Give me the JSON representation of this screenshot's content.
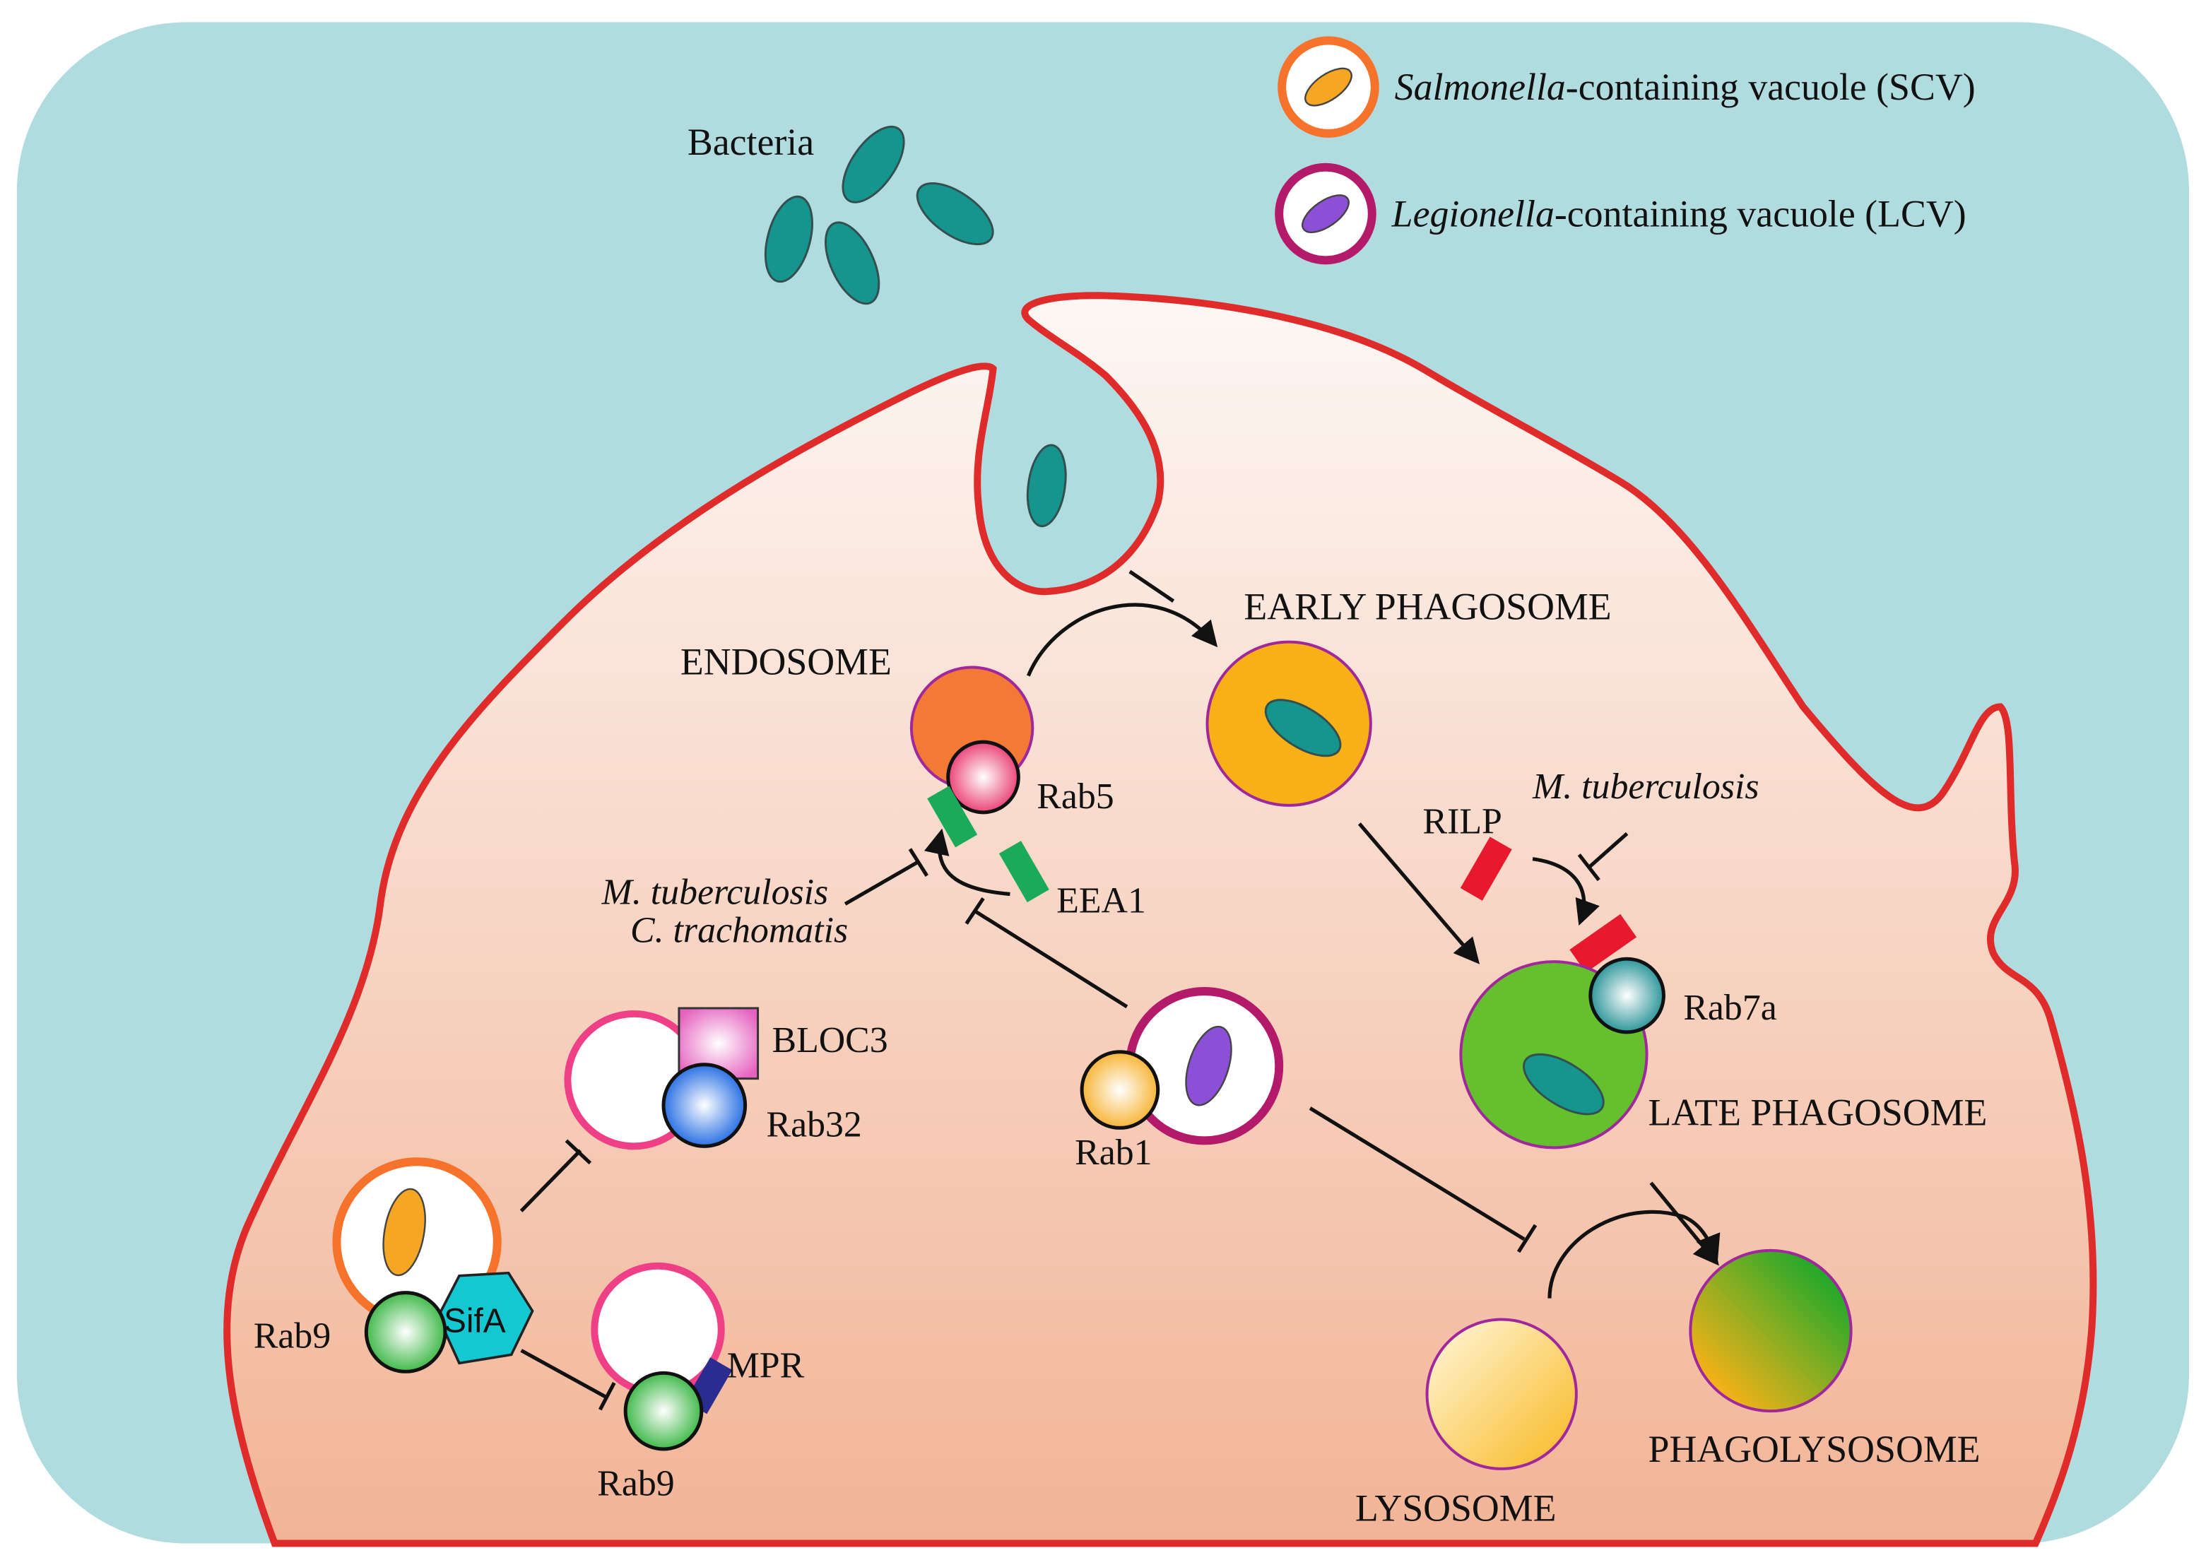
{
  "legend": {
    "scv_italic": "Salmonella",
    "scv_rest": "-containing vacuole (SCV)",
    "lcv_italic": "Legionella",
    "lcv_rest": "-containing vacuole (LCV)"
  },
  "labels": {
    "bacteria": "Bacteria",
    "endosome": "ENDOSOME",
    "early_phagosome": "EARLY PHAGOSOME",
    "late_phagosome": "LATE PHAGOSOME",
    "lysosome": "LYSOSOME",
    "phagolysosome": "PHAGOLYSOSOME",
    "rab5": "Rab5",
    "eea1": "EEA1",
    "rilp": "RILP",
    "rab7a": "Rab7a",
    "m_tuberculosis_right": "M. tuberculosis",
    "m_tuberculosis_left": "M. tuberculosis",
    "c_trachomatis": "C. trachomatis",
    "bloc3": "BLOC3",
    "rab32": "Rab32",
    "rab1": "Rab1",
    "rab9_left": "Rab9",
    "sifa": "SifA",
    "mpr": "MPR",
    "rab9_bottom": "Rab9"
  },
  "colors": {
    "background": "#b0dce0",
    "cell_membrane": "#e02b2b",
    "cell_top": "#fdf7f4",
    "cell_bottom": "#f2b496",
    "bacteria": "#16958f",
    "endosome": "#f37a34",
    "rab5": "#e8336a",
    "eea1": "#1aaa5a",
    "early_phagosome": "#f9b017",
    "late_phagosome": "#64c12d",
    "rilp": "#e8192c",
    "rab7a": "#1a8c90",
    "scv_ring": "#f7722a",
    "lcv_ring": "#b41a6a",
    "salmonella": "#f5a623",
    "legionella": "#8d4fd6",
    "vacuole_ring": "#ef3f86",
    "bloc3": "#e563c0",
    "rab32": "#1663e0",
    "rab9": "#2fb33a",
    "sifa": "#14c8d2",
    "mpr": "#2a2d8f",
    "rab1": "#f6ae24",
    "lysosome": "#f9b820",
    "phagolysosome_a": "#f7b117",
    "phagolysosome_b": "#22a92b",
    "compartment_outline": "#a0289c"
  }
}
